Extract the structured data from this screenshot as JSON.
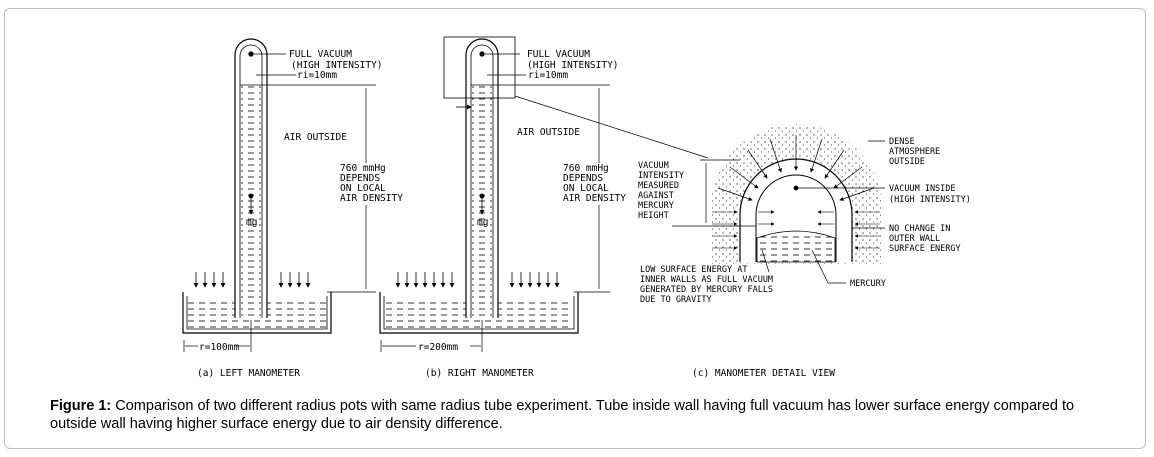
{
  "left_manometer": {
    "vacuum_line1": "FULL VACUUM",
    "vacuum_line2": "(HIGH INTENSITY)",
    "radius_inner": "ri=10mm",
    "air_outside": "AIR OUTSIDE",
    "pressure_lines": [
      "760 mmHg",
      "DEPENDS",
      "ON LOCAL",
      "AIR DENSITY"
    ],
    "weight": "mg",
    "pot_radius": "r=100mm",
    "panel_label": "(a)    LEFT  MANOMETER"
  },
  "right_manometer": {
    "vacuum_line1": "FULL VACUUM",
    "vacuum_line2": "(HIGH INTENSITY)",
    "radius_inner": "ri=10mm",
    "air_outside": "AIR OUTSIDE",
    "pressure_lines": [
      "760 mmHg",
      "DEPENDS",
      "ON LOCAL",
      "AIR DENSITY"
    ],
    "weight": "mg",
    "pot_radius": "r=200mm",
    "panel_label": "(b)    RIGHT  MANOMETER"
  },
  "detail_view": {
    "dense_atmosphere": [
      "DENSE",
      "ATMOSPHERE",
      "OUTSIDE"
    ],
    "vacuum_intensity": [
      "VACUUM",
      "INTENSITY",
      "MEASURED",
      "AGAINST",
      "MERCURY",
      "HEIGHT"
    ],
    "vacuum_inside": [
      "VACUUM INSIDE",
      "(HIGH INTENSITY)"
    ],
    "no_change": [
      "NO CHANGE IN",
      "OUTER WALL",
      "SURFACE ENERGY"
    ],
    "low_surface": [
      "LOW SURFACE ENERGY AT",
      "INNER WALLS AS FULL VACUUM",
      "GENERATED BY MERCURY FALLS",
      "DUE TO GRAVITY"
    ],
    "mercury": "MERCURY",
    "panel_label": "(c)    MANOMETER  DETAIL  VIEW"
  },
  "caption": {
    "label": "Figure 1:",
    "text": " Comparison of two different radius pots with same radius tube experiment. Tube inside wall having full vacuum has lower surface energy compared to outside wall having higher surface energy due to air density difference."
  }
}
